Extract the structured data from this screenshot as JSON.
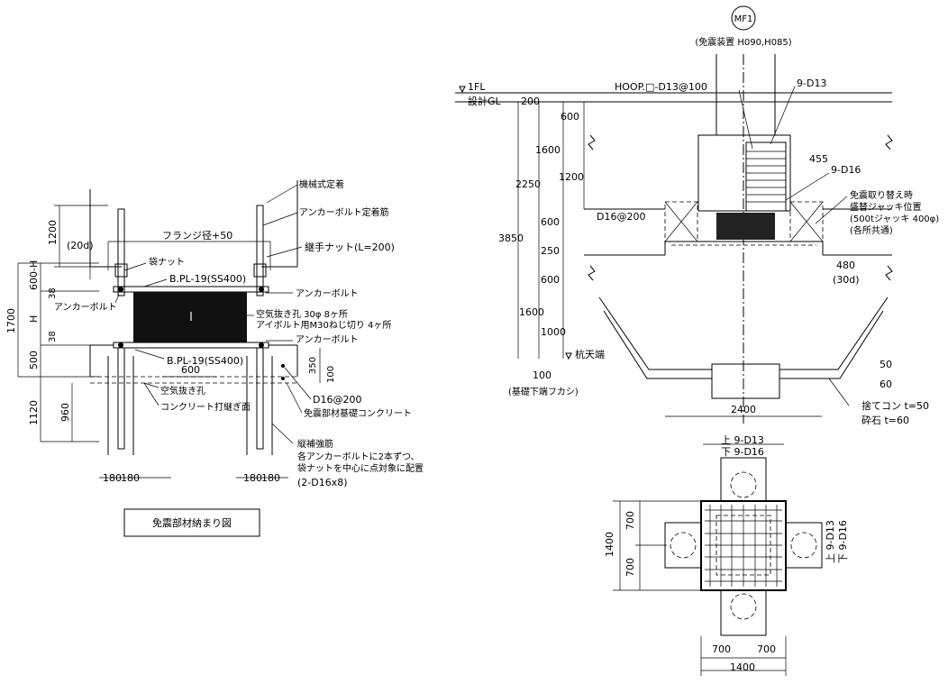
{
  "left_detail": {
    "dims": {
      "d1200": "1200",
      "d20d": "(20d)",
      "d600h": "600-H",
      "d38a": "38",
      "dH": "H",
      "d1700": "1700",
      "d38b": "38",
      "d500": "500",
      "d960": "960",
      "d1120": "1120",
      "d350": "350",
      "d100": "100",
      "d600": "600",
      "d180a": "180",
      "d180b": "180",
      "d180c": "180",
      "d180d": "180"
    },
    "labels": {
      "mechanical_anchor": "機械式定着",
      "anchor_bolt_reinf": "アンカーボルト定着筋",
      "coupler_nut": "継手ナット(L=200)",
      "flange": "フランジ径+50",
      "bag_nut": "袋ナット",
      "bpl_top": "B.PL-19(SS400)",
      "anchor_bolt_r1": "アンカーボルト",
      "anchor_bolt_l": "アンカーボルト",
      "vent_hole": "空気抜き孔 30φ 8ヶ所",
      "eye_bolt": "アイボルト用M30ねじ切り 4ヶ所",
      "anchor_bolt_r2": "アンカーボルト",
      "bpl_bottom": "B.PL-19(SS400)",
      "vent_hole2": "空気抜き孔",
      "concrete_joint": "コンクリート打継ぎ面",
      "d16_200": "D16@200",
      "base_concrete": "免震部材基礎コンクリート",
      "vertical_reinf": "縦補強筋",
      "note1": "各アンカーボルトに2本ずつ、",
      "note2": "袋ナットを中心に点対象に配置",
      "note3": "(2-D16x8)"
    },
    "title": "免震部材納まり図"
  },
  "right_detail": {
    "mark": "MF1",
    "device": "(免震装置 H090,H085)",
    "levels": {
      "fl": "1FL",
      "gl": "設計GL",
      "pile_top": "杭天端"
    },
    "dims": {
      "d200": "200",
      "d600a": "600",
      "d1600a": "1600",
      "d1200": "1200",
      "d2250": "2250",
      "d600b": "600",
      "d3850": "3850",
      "d250": "250",
      "d600c": "600",
      "d1600b": "1600",
      "d1000": "1000",
      "d100": "100",
      "d455": "455",
      "d480": "480",
      "d30d": "(30d)",
      "d50": "50",
      "d60": "60",
      "d2400": "2400"
    },
    "labels": {
      "hoop": "HOOP.□-D13@100",
      "r9d13": "9-D13",
      "r9d16": "9-D16",
      "d16_200": "D16@200",
      "replace1": "免震取り替え時",
      "replace2": "盛替ジャッキ位置",
      "replace3": "(500tジャッキ 400φ)",
      "replace4": "(各所共通)",
      "base_bottom": "(基礎下端フカシ)",
      "lean_concrete": "捨てコン t=50",
      "gravel": "砕石 t=60"
    }
  },
  "plan_detail": {
    "dims": {
      "top_bars": "上 9-D13",
      "bottom_bars": "下 9-D16",
      "d700a": "700",
      "d1400v": "1400",
      "d700b": "700",
      "side_top": "上 9-D13",
      "side_bottom": "下 9-D16",
      "d700c": "700",
      "d700d": "700",
      "d1400h": "1400"
    }
  }
}
